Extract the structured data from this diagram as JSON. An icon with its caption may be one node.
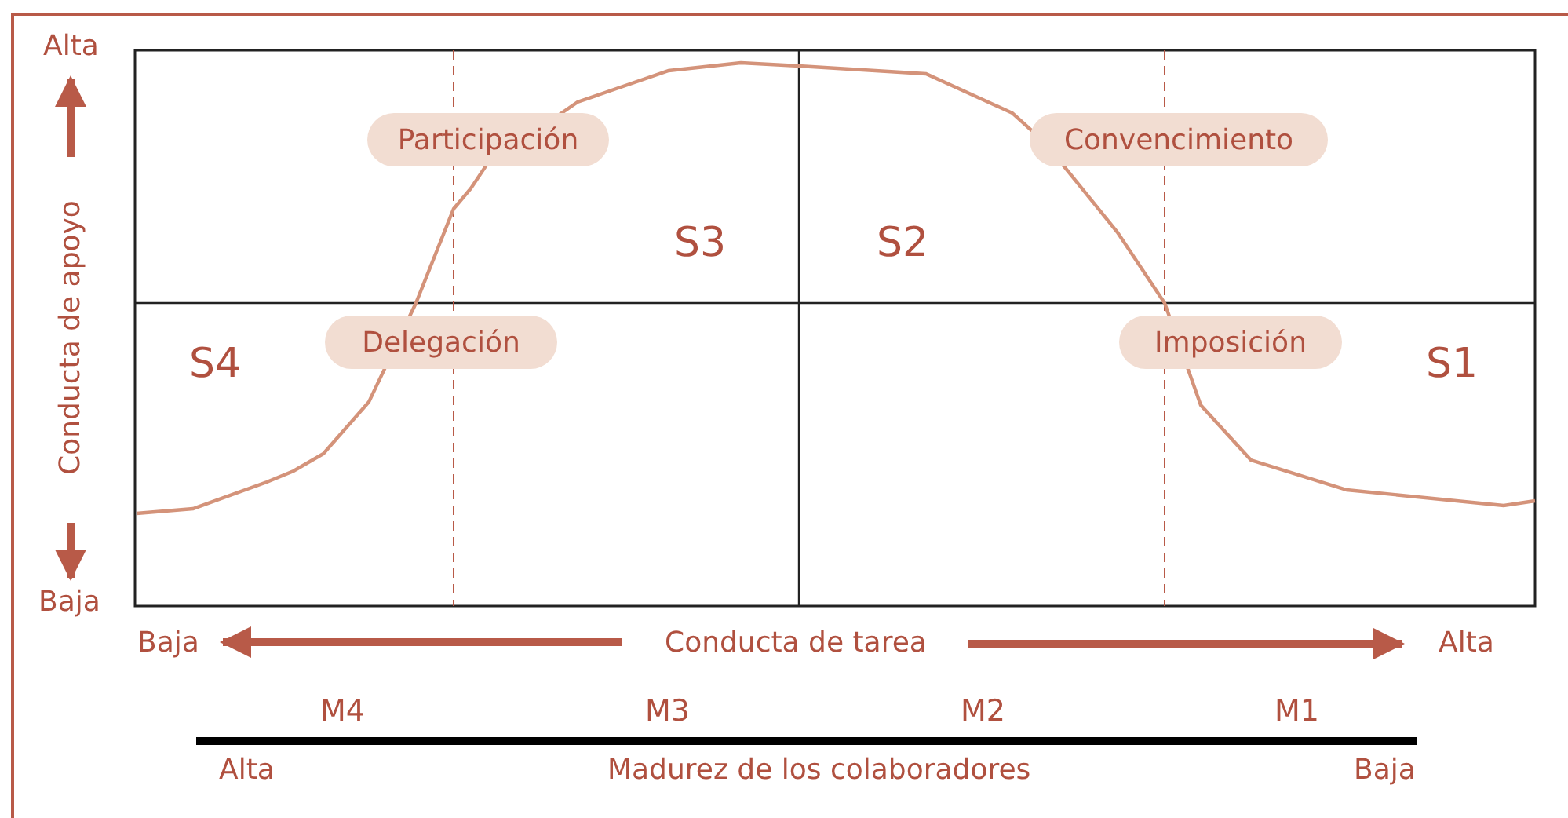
{
  "diagram": {
    "nodes": [
      {
        "text": [
          "Participación"
        ]
      },
      {
        "text": [
          "Convencimiento"
        ]
      },
      {
        "text": [
          "Delegación"
        ]
      },
      {
        "text": [
          "Imposición"
        ]
      }
    ],
    "labels": [
      "Alta",
      "Conducta de apoyo",
      "S3",
      "S2",
      "S4",
      "S1",
      "Baja",
      "Baja",
      "Conducta de tarea",
      "Alta",
      "M4",
      "M3",
      "M2",
      "M1",
      "Alta",
      "Madurez de los colaboradores",
      "Baja"
    ]
  }
}
